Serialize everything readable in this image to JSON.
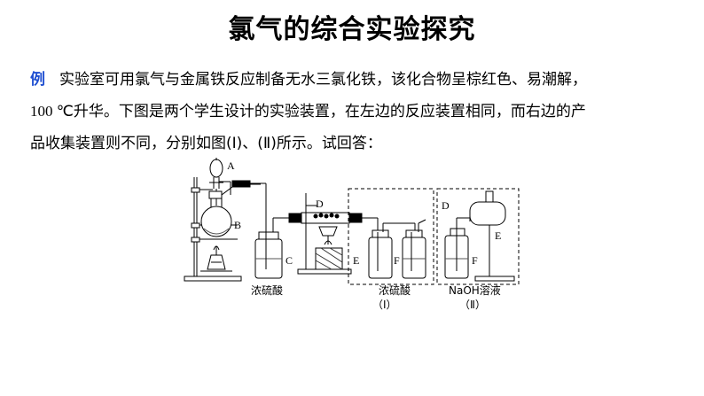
{
  "page_title": "氯气的综合实验探究",
  "problem": {
    "label": "例",
    "line1": "实验室可用氯气与金属铁反应制备无水三氯化铁，该化合物呈棕红色、易潮解，",
    "line2_prefix": "100 ℃",
    "line2_rest": "升华。下图是两个学生设计的实验装置，在左边的反应装置相同，而右边的产",
    "line3": "品收集装置则不同，分别如图(Ⅰ)、(Ⅱ)所示。试回答："
  },
  "diagram": {
    "labels": {
      "A": "A",
      "B": "B",
      "C": "C",
      "D": "D",
      "E1": "E",
      "F1": "F",
      "D2": "D",
      "E2": "E",
      "F2": "F"
    },
    "captions": {
      "conc_sulfuric_1": "浓硫酸",
      "conc_sulfuric_2": "浓硫酸",
      "naoh": "NaOH溶液",
      "fig1": "（Ⅰ）",
      "fig2": "（Ⅱ）"
    }
  }
}
